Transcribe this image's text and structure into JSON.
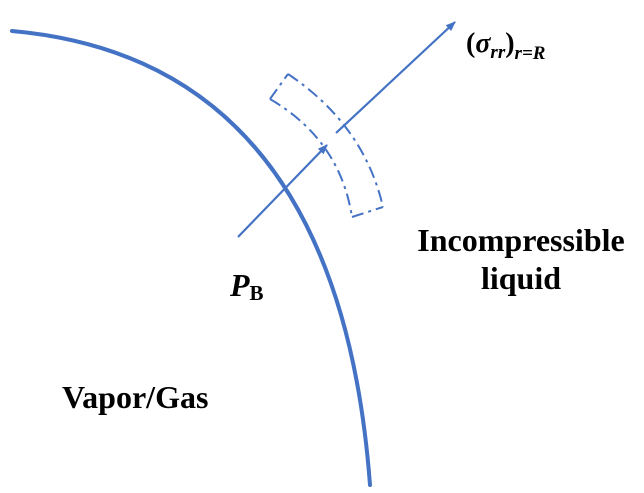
{
  "colors": {
    "stroke": "#4472C4",
    "text": "#000000",
    "background": "#ffffff"
  },
  "labels": {
    "stress_sigma": "σ",
    "stress_sub": "rr",
    "stress_eval_sub": "r=R",
    "pressure_main": "P",
    "pressure_sub": "B",
    "liquid_line1": "Incompressible",
    "liquid_line2": "liquid",
    "inner_region": "Vapor/Gas"
  }
}
